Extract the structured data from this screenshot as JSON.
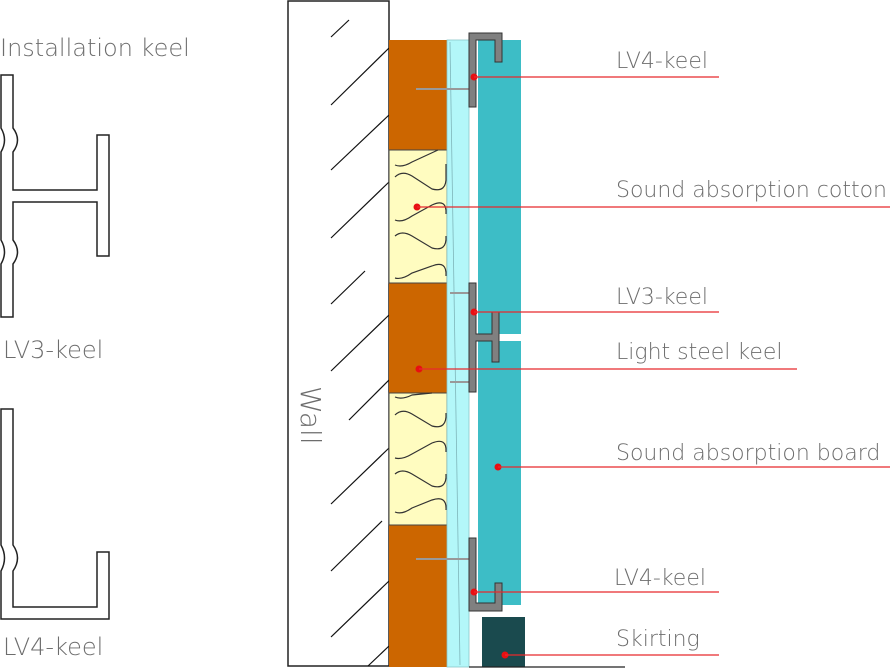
{
  "diagram": {
    "title": "Installation keel",
    "profiles": [
      {
        "id": "lv3",
        "label": "LV3-keel"
      },
      {
        "id": "lv4",
        "label": "LV4-keel"
      }
    ],
    "wall_label": "Wall",
    "callouts": [
      {
        "id": "lv4-top",
        "label": "LV4-keel"
      },
      {
        "id": "cotton",
        "label": "Sound absorption cotton"
      },
      {
        "id": "lv3",
        "label": "LV3-keel"
      },
      {
        "id": "light-steel",
        "label": "Light steel keel"
      },
      {
        "id": "board",
        "label": "Sound absorption board"
      },
      {
        "id": "lv4-bottom",
        "label": "LV4-keel"
      },
      {
        "id": "skirting",
        "label": "Skirting"
      }
    ],
    "colors": {
      "light_steel_keel": "#cc6600",
      "sound_absorption_cotton": "#fffcc0",
      "gap_layer": "#b3f7f9",
      "sound_absorption_board": "#3dbdc6",
      "keel_metal": "#808080",
      "skirting": "#1a4a4e",
      "leader_line": "#e8292c"
    }
  }
}
